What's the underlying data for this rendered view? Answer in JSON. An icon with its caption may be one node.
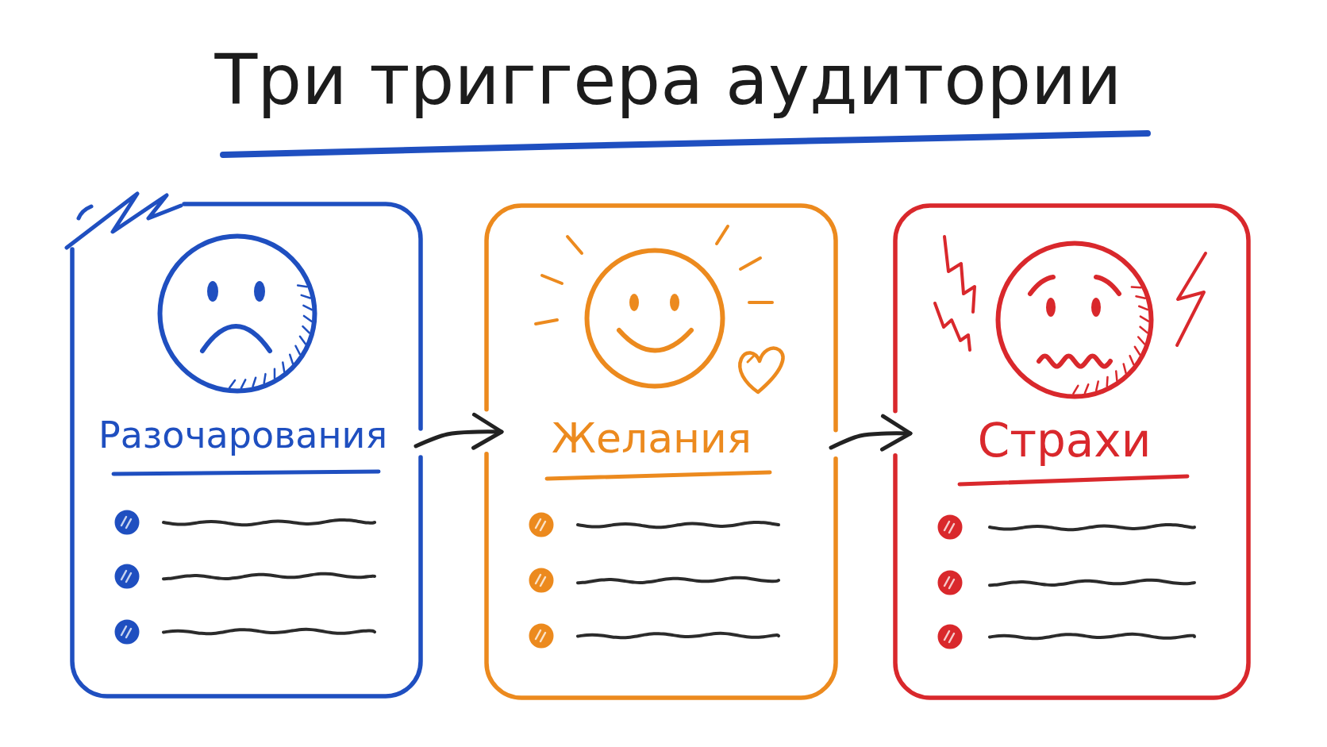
{
  "diagram": {
    "title": "Три триггера аудитории",
    "nodes": [
      {
        "text": [
          "Разочарования"
        ]
      },
      {
        "text": [
          "Желания"
        ]
      },
      {
        "text": [
          "Страхи"
        ]
      }
    ],
    "edges": [
      {
        "from": 0,
        "to": 1,
        "arrow": "to"
      },
      {
        "from": 1,
        "to": 2,
        "arrow": "to"
      }
    ]
  }
}
